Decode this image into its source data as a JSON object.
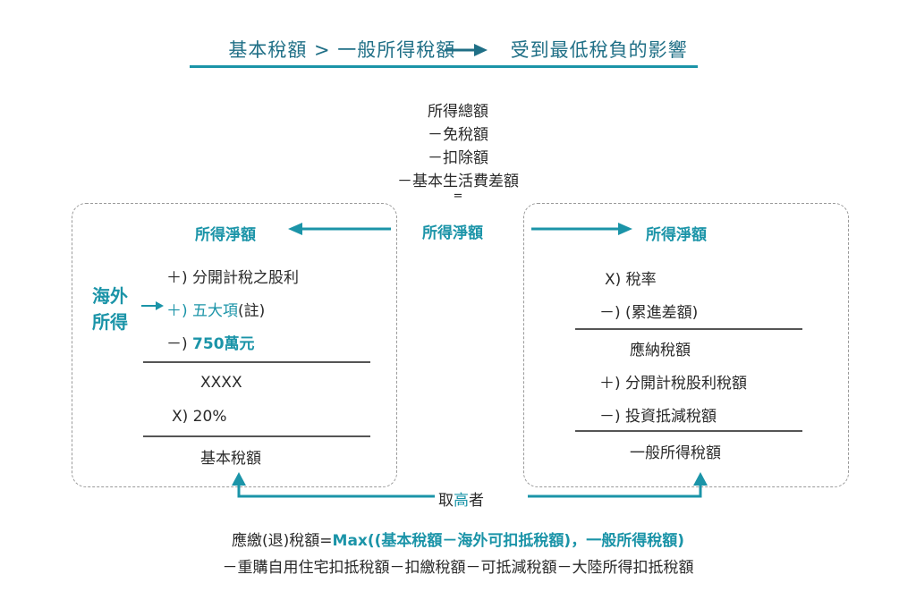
{
  "header": {
    "left": "基本稅額 > 一般所得稅額",
    "right": "受到最低稅負的影響"
  },
  "calc": {
    "line1": "所得總額",
    "line2": "－免稅額",
    "line3": "－扣除額",
    "line4": "－基本生活費差額",
    "equals": "="
  },
  "center_label": "所得淨額",
  "left_box": {
    "title": "所得淨額",
    "overseas": [
      "海外",
      "所得"
    ],
    "item1": "＋) 分開計稅之股利",
    "item2": "＋) 五大項",
    "item2_note": "(註)",
    "item3_prefix": "－) ",
    "item3_value": "750萬元",
    "result1": "XXXX",
    "multiplier": "X) 20%",
    "result2": "基本稅額"
  },
  "right_box": {
    "title": "所得淨額",
    "item1": "X) 稅率",
    "item2": "－) (累進差額)",
    "result1": "應納稅額",
    "item3": "＋) 分開計稅股利稅額",
    "item4": "－) 投資抵減稅額",
    "result2": "一般所得稅額"
  },
  "bottom": {
    "take_prefix": "取",
    "take_high": "高",
    "take_suffix": "者",
    "formula1_prefix": "應繳(退)稅額=",
    "formula1_teal": "Max((基本稅額－海外可扣抵稅額)，一般所得稅額)",
    "formula2": "－重購自用住宅扣抵稅額－扣繳稅額－可抵減稅額－大陸所得扣抵稅額"
  },
  "colors": {
    "accent": "#1b94a8",
    "title": "#1f6f86",
    "dash": "#9a9a9a"
  }
}
